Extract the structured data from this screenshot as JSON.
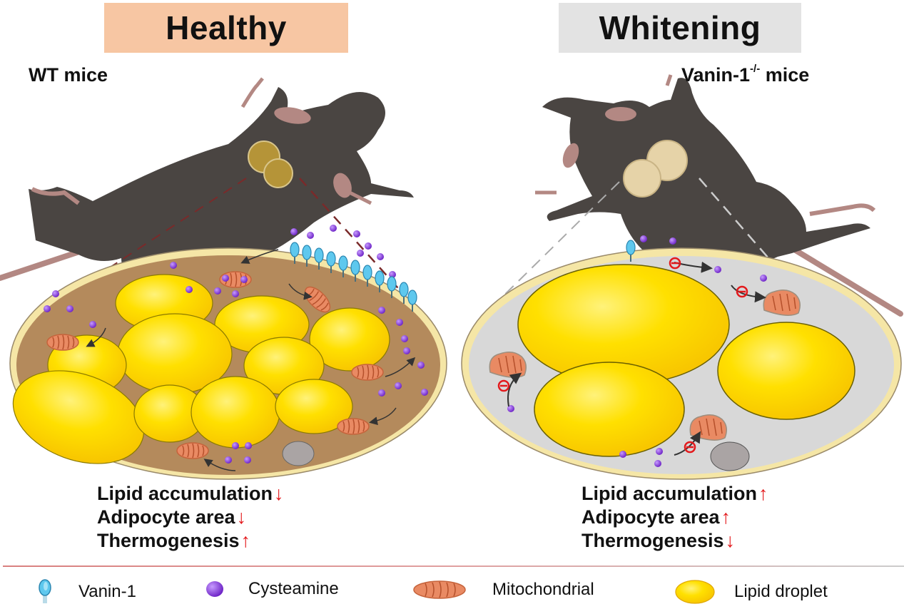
{
  "panels": {
    "left": {
      "title": "Healthy",
      "title_bg": "#f7c6a3",
      "mice_label": "WT mice",
      "cell_bg": "#b48a5c",
      "outcomes": [
        {
          "label": "Lipid accumulation",
          "arrow": "↓"
        },
        {
          "label": "Adipocyte area",
          "arrow": "↓"
        },
        {
          "label": "Thermogenesis",
          "arrow": "↑"
        }
      ]
    },
    "right": {
      "title": "Whitening",
      "title_bg": "#e3e3e3",
      "mice_label_main": "Vanin-1",
      "mice_label_sup": "-/-",
      "mice_label_suffix": " mice",
      "cell_bg": "#d8d8d8",
      "outcomes": [
        {
          "label": "Lipid accumulation",
          "arrow": "↑"
        },
        {
          "label": "Adipocyte area",
          "arrow": "↑"
        },
        {
          "label": "Thermogenesis",
          "arrow": "↓"
        }
      ]
    }
  },
  "legend": [
    {
      "icon": "vanin-1-icon",
      "label": "Vanin-1"
    },
    {
      "icon": "cysteamine-icon",
      "label": "Cysteamine"
    },
    {
      "icon": "mitochondrial-icon",
      "label": "Mitochondrial"
    },
    {
      "icon": "lipid-droplet-icon",
      "label": "Lipid droplet"
    }
  ],
  "colors": {
    "arrow_red": "#e3191c",
    "mouse_body": "#4a4542",
    "mouse_pink": "#b38883",
    "lipid_yellow": "#ffd800",
    "lipid_edge": "#f5a300",
    "cysteamine_purple": "#7a2fd1",
    "vanin_blue": "#3bb3e0",
    "mito_orange": "#e98a63",
    "separator": "#d9807f"
  }
}
